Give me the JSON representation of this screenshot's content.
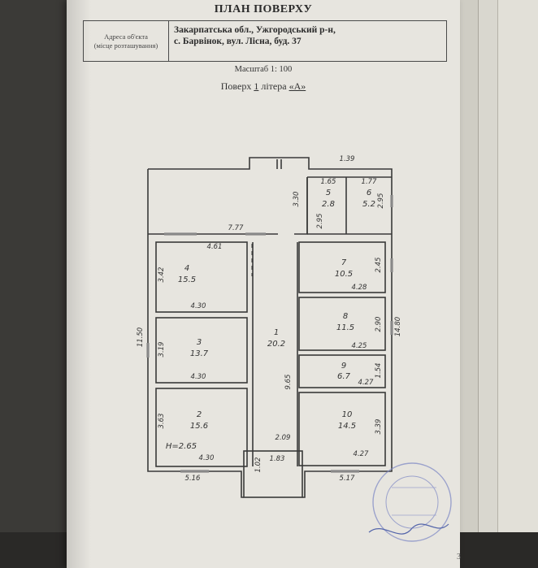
{
  "document": {
    "title": "ПЛАН ПОВЕРХУ",
    "address_label_line1": "Адреса об'єкта",
    "address_label_line2": "(місце розташування)",
    "address_line1": "Закарпатська обл., Ужгородський р-н,",
    "address_line2": "с. Барвінок,  вул. Лісна, буд. 37",
    "scale": "Масштаб 1: 100",
    "floor_prefix": "Поверх ",
    "floor_number": "1",
    "floor_mid": " літера ",
    "floor_letter": "«А»",
    "page_number": "3"
  },
  "plan": {
    "rooms": [
      {
        "id": "1",
        "area": "20.2"
      },
      {
        "id": "2",
        "area": "15.6"
      },
      {
        "id": "3",
        "area": "13.7"
      },
      {
        "id": "4",
        "area": "15.5"
      },
      {
        "id": "5",
        "area": "2.8"
      },
      {
        "id": "6",
        "area": "5.2"
      },
      {
        "id": "7",
        "area": "10.5"
      },
      {
        "id": "8",
        "area": "11.5"
      },
      {
        "id": "9",
        "area": "6.7"
      },
      {
        "id": "10",
        "area": "14.5"
      }
    ],
    "dimensions": {
      "d139": "1.39",
      "d165": "1.65",
      "d177": "1.77",
      "d330": "3.30",
      "d295a": "2.95",
      "d295b": "2.95",
      "d777": "7.77",
      "d461": "4.61",
      "d342": "3.42",
      "d430": "4.30",
      "d245": "2.45",
      "d428": "4.28",
      "d1150": "11.50",
      "d319": "3.19",
      "d430b": "4.30",
      "d290": "2.90",
      "d425": "4.25",
      "d1480": "14.80",
      "d154": "1.54",
      "d427a": "4.27",
      "d965": "9.65",
      "d363": "3.63",
      "d339": "3.39",
      "d209": "2.09",
      "d102": "1.02",
      "d183": "1.83",
      "d430c": "4.30",
      "d427b": "4.27",
      "d516": "5.16",
      "d517": "5.17",
      "height": "H=2.65"
    }
  }
}
